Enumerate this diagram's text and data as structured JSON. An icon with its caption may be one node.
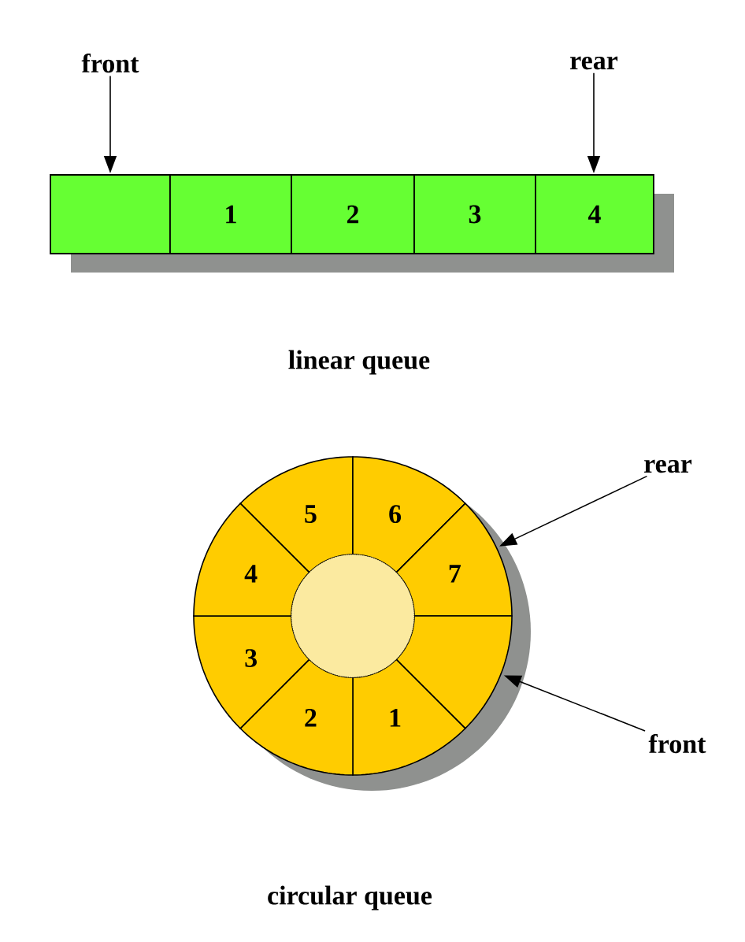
{
  "diagram": {
    "nodes": [
      {
        "text": [
          "front"
        ]
      },
      {
        "text": [
          "rear"
        ]
      },
      {
        "text": [],
        "shape": "box"
      },
      {
        "text": [
          "1"
        ]
      },
      {
        "text": [
          "2"
        ]
      },
      {
        "text": [
          "3"
        ]
      },
      {
        "text": [
          "4"
        ]
      },
      {
        "text": [
          "rear"
        ]
      },
      {
        "text": [
          "5"
        ]
      },
      {
        "text": [
          "6"
        ]
      },
      {
        "text": [
          "7"
        ]
      },
      {
        "text": [],
        "shape": "sector"
      },
      {
        "text": [
          "1"
        ]
      },
      {
        "text": [
          "2"
        ]
      },
      {
        "text": [
          "3"
        ]
      },
      {
        "text": [
          "4"
        ]
      },
      {
        "text": [],
        "shape": "circle"
      },
      {
        "text": [
          "front"
        ]
      }
    ],
    "edges": [
      {
        "from": 0,
        "to": 2,
        "arrow": "to"
      },
      {
        "from": 1,
        "to": 6,
        "arrow": "to"
      },
      {
        "from": 7,
        "to": 10,
        "arrow": "to"
      },
      {
        "from": 17,
        "to": 11,
        "arrow": "to"
      }
    ],
    "labels": [
      "linear queue",
      "circular queue"
    ]
  }
}
